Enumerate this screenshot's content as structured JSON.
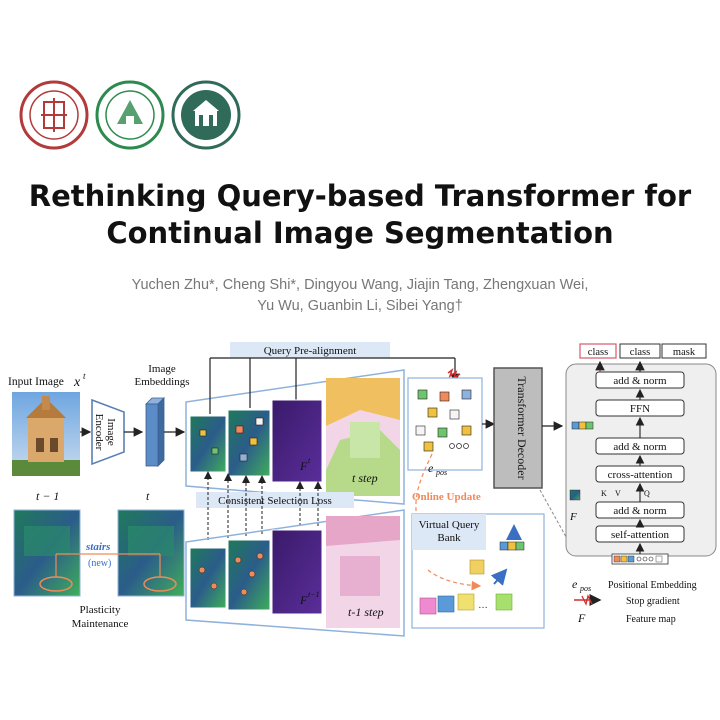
{
  "logos": [
    "seal-logo-harbin",
    "seal-logo-sysu",
    "seal-logo-university"
  ],
  "logo_colors": [
    "#b23a3a",
    "#2d8a4e",
    "#2f6b58"
  ],
  "title_lines": [
    "Rethinking Query-based Transformer for",
    "Continual Image Segmentation"
  ],
  "authors_lines": [
    "Yuchen Zhu*, Cheng Shi*, Dingyou Wang, Jiajin Tang, Zhengxuan Wei,",
    "Yu Wu, Guanbin Li,  Sibei Yang†"
  ],
  "figure": {
    "input_image": "Input Image",
    "input_sym": "x",
    "input_sup": "t",
    "encoder": [
      "Image",
      "Encoder"
    ],
    "embeddings": [
      "Image",
      "Embeddings"
    ],
    "query_prealignment": "Query Pre-alignment",
    "consistent_loss": "Consistent Selection Loss",
    "f_t": "F",
    "f_t_sup": "t",
    "f_t1_sup": "t−1",
    "t_step": "t step",
    "t1_step": "t-1 step",
    "e_pos": "e",
    "e_pos_sub": "pos",
    "online_update": "Online Update",
    "vqb": [
      "Virtual Query",
      "Bank"
    ],
    "decoder": "Transformer Decoder",
    "t_minus_1": "t − 1",
    "t_label": "t",
    "stairs": "stairs",
    "new": "(new)",
    "plasticity": [
      "Plasticity",
      "Maintenance"
    ],
    "outputs": [
      "class",
      "class",
      "mask"
    ],
    "blocks": [
      "add & norm",
      "FFN",
      "add & norm",
      "cross-attention",
      "add & norm",
      "self-attention"
    ],
    "kvq": [
      "K",
      "V",
      "Q"
    ],
    "script_f": "F",
    "legend": [
      {
        "sym": "e",
        "sub": "pos",
        "text": "Positional Embedding"
      },
      {
        "sym": "stop",
        "text": "Stop gradient"
      },
      {
        "sym": "F",
        "text": "Feature map"
      }
    ],
    "colors": {
      "accent": "#f08a5a",
      "box": "#5b7fb5",
      "panel": "#dce8f5",
      "stop": "#d62d2d"
    }
  }
}
